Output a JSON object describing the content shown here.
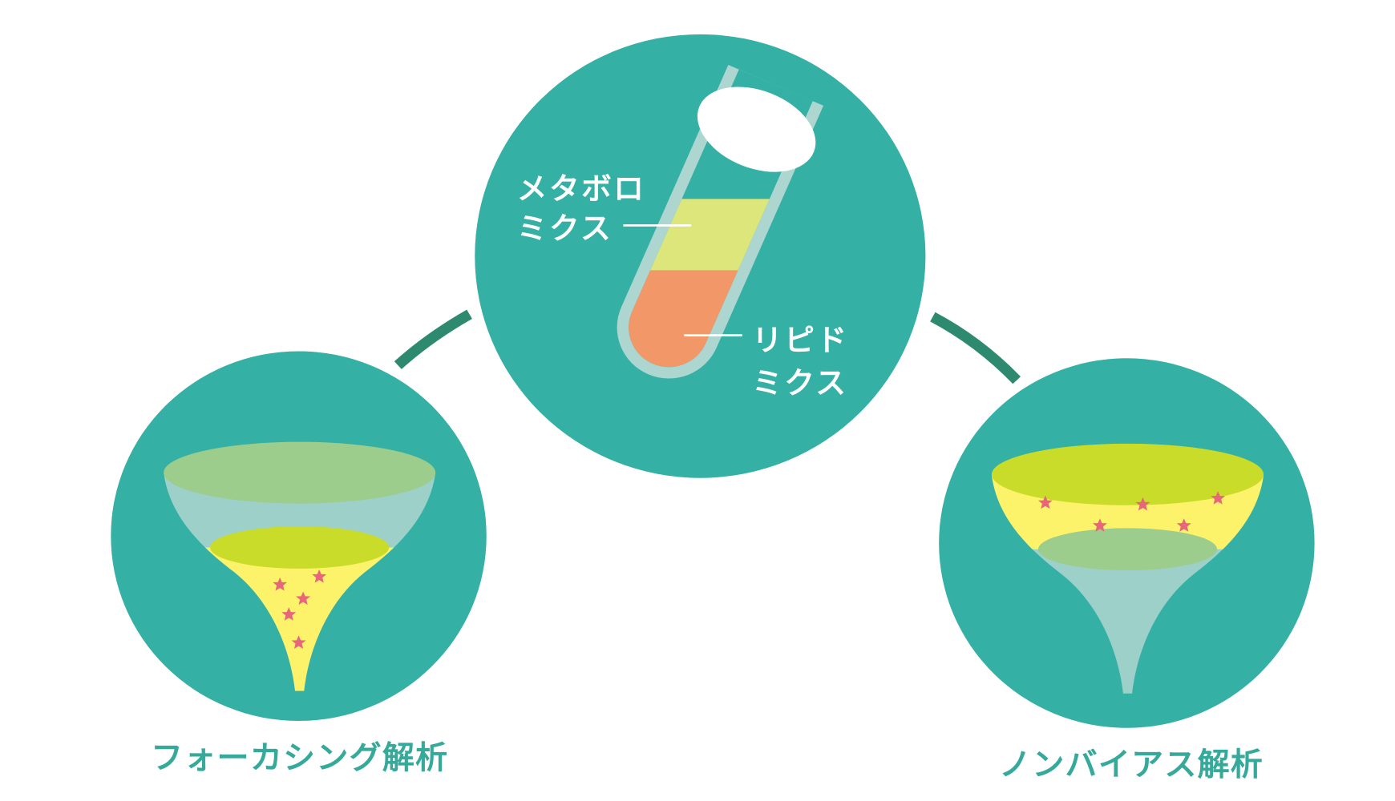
{
  "center": {
    "label_metabolomics_line1": "メタボロ",
    "label_metabolomics_line2": "ミクス",
    "label_lipidomics_line1": "リピド",
    "label_lipidomics_line2": "ミクス"
  },
  "left": {
    "caption": "フォーカシング解析"
  },
  "right": {
    "caption": "ノンバイアス解析"
  },
  "colors": {
    "teal": "#34b0a5",
    "connector": "#2e8a6e",
    "caption": "#35a99a",
    "tube_glass": "#aed6d0",
    "metabolomics_layer": "#dde67a",
    "lipidomics_layer": "#f29868",
    "funnel_blue": "#9dd0c8",
    "funnel_green": "#9ccd8c",
    "funnel_lime": "#c9dc2a",
    "funnel_yellow": "#fdf36a",
    "star": "#e8667a"
  }
}
